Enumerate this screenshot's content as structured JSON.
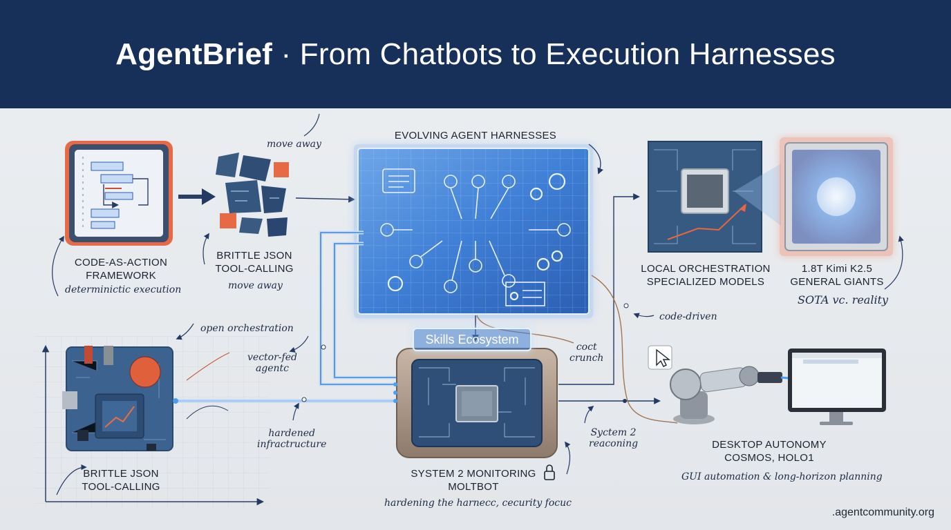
{
  "header": {
    "title_brand": "AgentBrief",
    "title_rest": " · From Chatbots to Execution Harnesses"
  },
  "center": {
    "heading": "EVOLVING AGENT HARNESSES",
    "chip": "Skills Ecosystem"
  },
  "nodes": {
    "code_as_action": {
      "line1": "CODE-AS-ACTION",
      "line2": "FRAMEWORK",
      "note": "determinictic execution"
    },
    "brittle_json_top": {
      "line1": "BRITTLE JSON",
      "line2": "TOOL-CALLING",
      "note": "move away",
      "note_top": "move away"
    },
    "local_orchestration": {
      "line1": "LOCAL ORCHESTRATION",
      "line2": "SPECIALIZED MODELS"
    },
    "general_giants": {
      "line1": "1.8T Kimi K2.5",
      "line2": "GENERAL GIANTS",
      "note": "SOTA vc. reality"
    },
    "brittle_json_bottom": {
      "line1": "BRITTLE JSON",
      "line2": "TOOL-CALLING"
    },
    "system2": {
      "line1": "SYSTEM 2 MONITORING",
      "line2": "MOLTBOT",
      "note": "hardening the harnecc, cecurity focuc"
    },
    "desktop": {
      "line1": "DESKTOP AUTONOMY",
      "line2": "COSMOS, HOLO1",
      "note": "GUI automation & long-horizon planning"
    }
  },
  "annotations": {
    "open_orchestration": "open orchestration",
    "vector_fed_1": "vector-fed",
    "vector_fed_2": "agentc",
    "hardened_1": "hardened",
    "hardened_2": "infractructure",
    "cost_1": "coct",
    "cost_2": "crunch",
    "code_driven": "code-driven",
    "system2_1": "Syctem 2",
    "system2_2": "reaconing"
  },
  "footer": {
    "url": ".agentcommunity.org"
  },
  "colors": {
    "header_bg": "#17305a",
    "panel_blue": "#2f6fd0",
    "accent_orange": "#e0603c",
    "board_blue": "#3a5f85"
  }
}
